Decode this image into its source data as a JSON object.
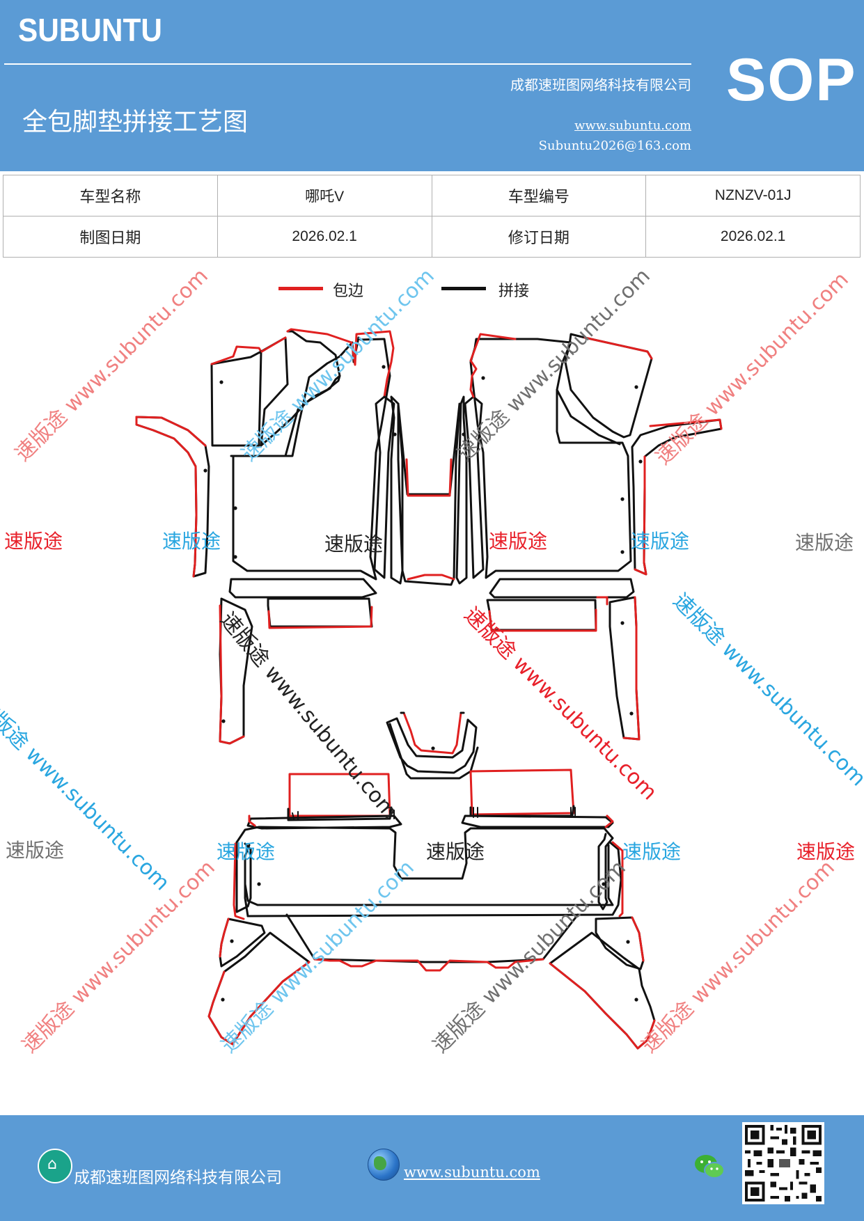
{
  "header": {
    "brand": "SUBUNTU",
    "title": "全包脚垫拼接工艺图",
    "company": "成都速班图网络科技有限公司",
    "website": "www.subuntu.com",
    "email": "Subuntu2026@163.com",
    "doc_type": "SOP"
  },
  "info_table": {
    "model_name_label": "车型名称",
    "model_name_value": "哪吒V",
    "model_code_label": "车型编号",
    "model_code_value": "NZNZV-01J",
    "draw_date_label": "制图日期",
    "draw_date_value": "2026.02.1",
    "revise_date_label": "修订日期",
    "revise_date_value": "2026.02.1"
  },
  "legend": {
    "edge_label": "包边",
    "edge_color": "#e02020",
    "splice_label": "拼接",
    "splice_color": "#111111"
  },
  "watermark": {
    "brand_text": "速版途",
    "diagonal_text": "速版途 www.subuntu.com",
    "colors": {
      "red": "#e8202a",
      "blue": "#29a6e0",
      "gray": "#707070",
      "black": "#222222"
    }
  },
  "footer": {
    "company": "成都速班图网络科技有限公司",
    "website": "www.subuntu.com",
    "home_icon": "home-icon",
    "globe_icon": "globe-icon",
    "wechat_icon": "wechat-icon",
    "qr_code": "qr-code"
  }
}
